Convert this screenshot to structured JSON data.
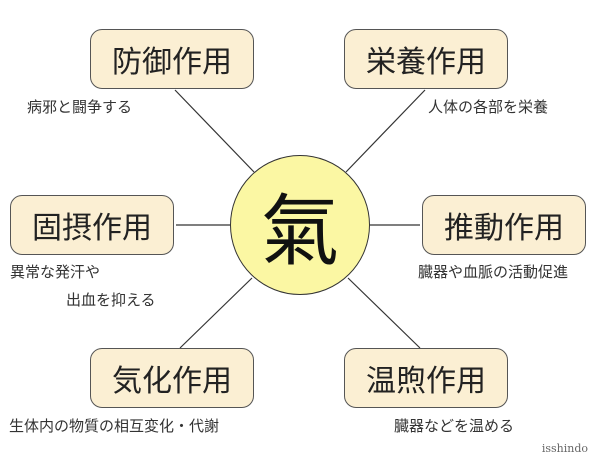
{
  "center": {
    "label": "氣"
  },
  "nodes": [
    {
      "title": "防御作用",
      "desc": [
        "病邪と闘争する"
      ]
    },
    {
      "title": "栄養作用",
      "desc": [
        "人体の各部を栄養"
      ]
    },
    {
      "title": "固摂作用",
      "desc": [
        "異常な発汗や",
        "出血を抑える"
      ]
    },
    {
      "title": "推動作用",
      "desc": [
        "臓器や血脈の活動促進"
      ]
    },
    {
      "title": "気化作用",
      "desc": [
        "生体内の物質の相互変化・代謝"
      ]
    },
    {
      "title": "温煦作用",
      "desc": [
        "臓器などを温める"
      ]
    }
  ],
  "credit": "isshindo",
  "colors": {
    "box_fill": "#fbefd3",
    "center_fill": "#fbf7a3",
    "line": "#333333"
  }
}
